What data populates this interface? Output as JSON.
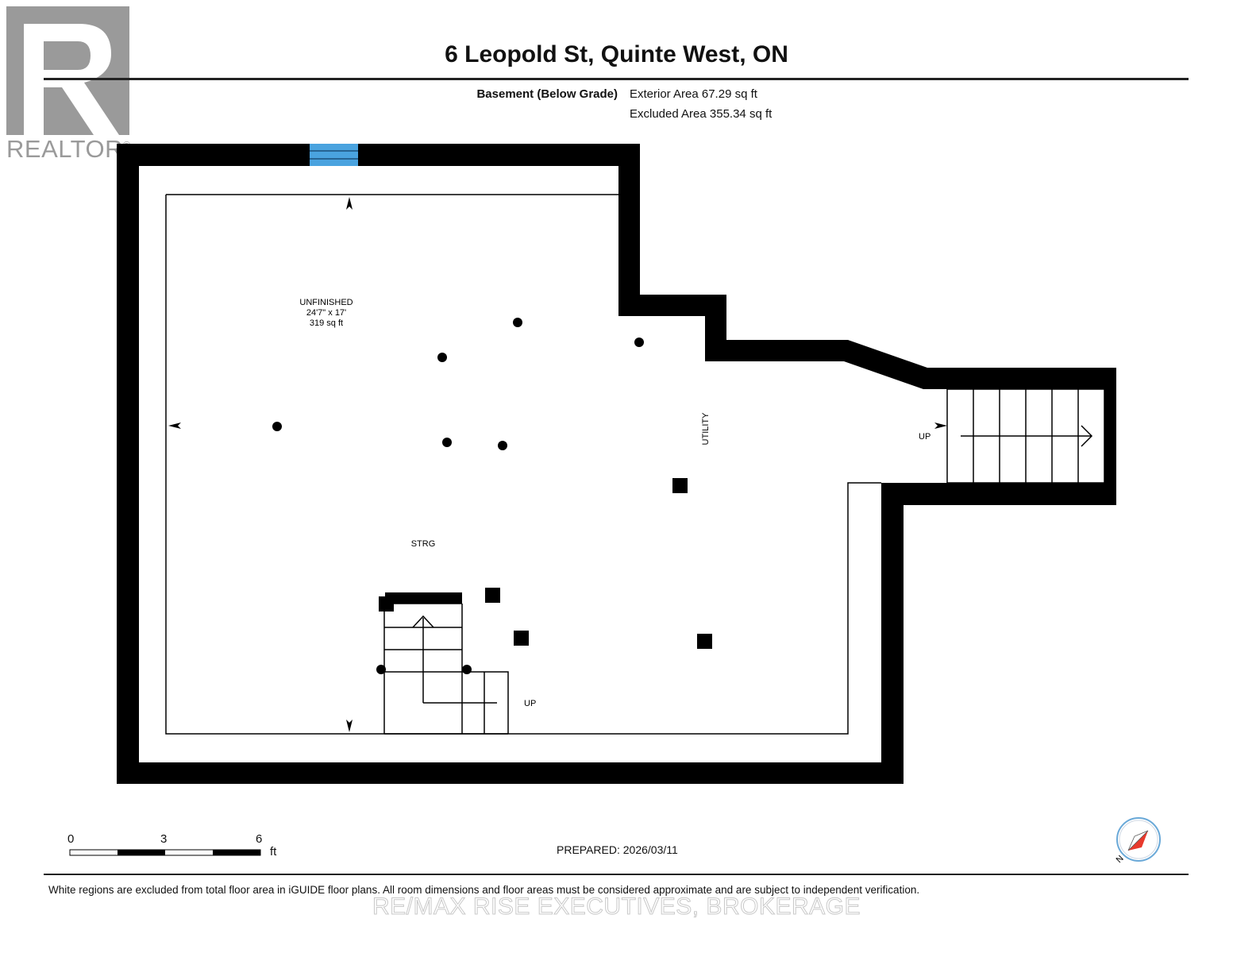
{
  "header": {
    "title": "6 Leopold St, Quinte West, ON",
    "floor_label": "Basement (Below Grade)",
    "exterior_area": "Exterior Area 67.29 sq ft",
    "excluded_area": "Excluded Area 355.34 sq ft"
  },
  "logo": {
    "word": "REALTOR",
    "mark": "®",
    "name": "realtor-logo-icon"
  },
  "rooms": {
    "unfinished": {
      "name": "UNFINISHED",
      "dimensions": "24'7\" x 17'",
      "area": "319 sq ft"
    },
    "storage": "STRG",
    "utility": "UTILITY",
    "stairs_up_main": "UP",
    "stairs_up_side": "UP"
  },
  "scale_bar": {
    "labels": [
      "0",
      "3",
      "6"
    ],
    "unit": "ft"
  },
  "prepared": "PREPARED: 2026/03/11",
  "disclaimer": "White regions are excluded from total floor area in iGUIDE floor plans. All room dimensions and floor areas must be considered approximate and are subject to independent verification.",
  "watermark": "RE/MAX RISE EXECUTIVES, BROKERAGE",
  "compass": {
    "label": "N",
    "icon": "compass-icon"
  },
  "colors": {
    "wall": "#000000",
    "window": "#4aa3df",
    "logo_gray": "#9a9a9a",
    "compass_red": "#e8392c"
  }
}
